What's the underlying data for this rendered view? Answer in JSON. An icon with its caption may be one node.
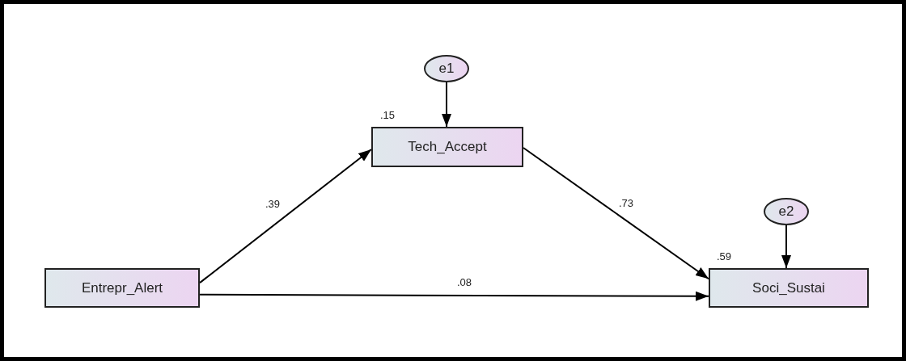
{
  "diagram": {
    "nodes": [
      {
        "text": [
          "e1"
        ]
      },
      {
        "text": [
          "Tech_Accept"
        ],
        "beside": [
          ".15"
        ]
      },
      {
        "text": [
          "e2"
        ]
      },
      {
        "text": [
          "Entrepr_Alert"
        ]
      },
      {
        "text": [
          "Soci_Sustai"
        ],
        "beside": [
          ".59"
        ]
      }
    ],
    "edges": [
      {
        "from": 0,
        "to": 1,
        "arrow": "to"
      },
      {
        "from": 2,
        "to": 4,
        "arrow": "to"
      },
      {
        "from": 3,
        "to": 1,
        "arrow": "to",
        "label": ".39"
      },
      {
        "from": 1,
        "to": 4,
        "arrow": "to",
        "label": ".73"
      },
      {
        "from": 3,
        "to": 4,
        "arrow": "to",
        "label": ".08"
      }
    ]
  }
}
